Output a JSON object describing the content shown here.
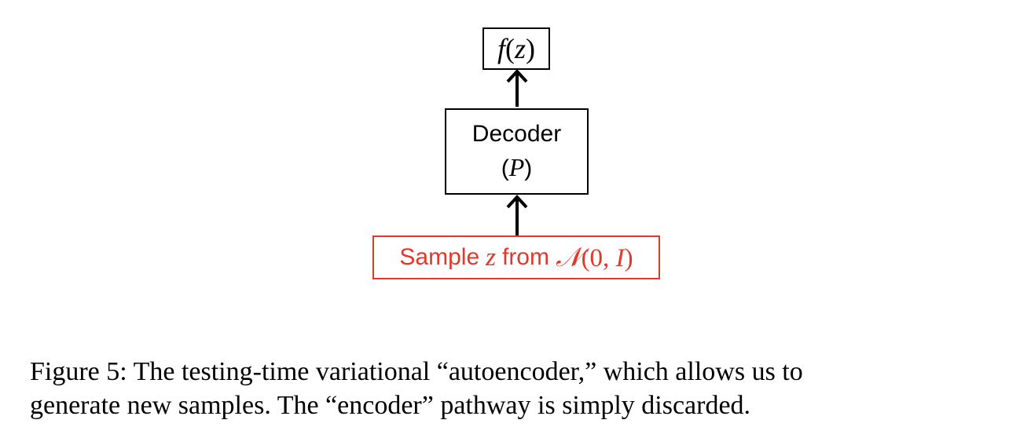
{
  "diagram": {
    "output_box": {
      "fn": "f",
      "open": "(",
      "arg": "z",
      "close": ")"
    },
    "decoder_box": {
      "title": "Decoder",
      "open": "(",
      "symbol": "P",
      "close": ")"
    },
    "sample_box": {
      "prefix": "Sample",
      "variable": "z",
      "middle": "from",
      "dist_symbol": "𝒩",
      "dist_args": "(0, ",
      "dist_cov": "I",
      "dist_close": ")",
      "color": "#e0392b"
    }
  },
  "caption": {
    "line1": "Figure 5: The testing-time variational “autoencoder,” which allows us to",
    "line2": "generate new samples. The “encoder” pathway is simply discarded."
  }
}
